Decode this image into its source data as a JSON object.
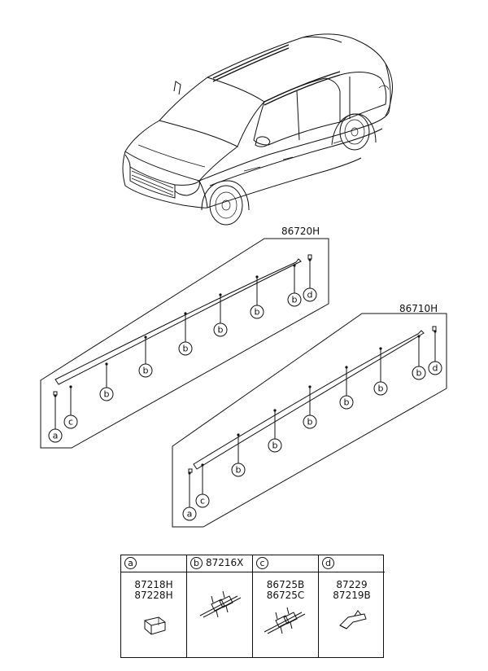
{
  "callouts": {
    "a": "a",
    "b": "b",
    "c": "c",
    "d": "d"
  },
  "assemblies": {
    "upper": {
      "part_number": "86720H"
    },
    "lower": {
      "part_number": "86710H"
    }
  },
  "legend": {
    "columns": [
      {
        "letter": "a",
        "header_part": "",
        "parts": [
          "87218H",
          "87228H"
        ],
        "icon": "end-cap-icon"
      },
      {
        "letter": "b",
        "header_part": "87216X",
        "parts": [],
        "icon": "clip-icon"
      },
      {
        "letter": "c",
        "header_part": "",
        "parts": [
          "86725B",
          "86725C"
        ],
        "icon": "clip-icon"
      },
      {
        "letter": "d",
        "header_part": "",
        "parts": [
          "87229",
          "87219B"
        ],
        "icon": "end-cap-icon"
      }
    ]
  }
}
